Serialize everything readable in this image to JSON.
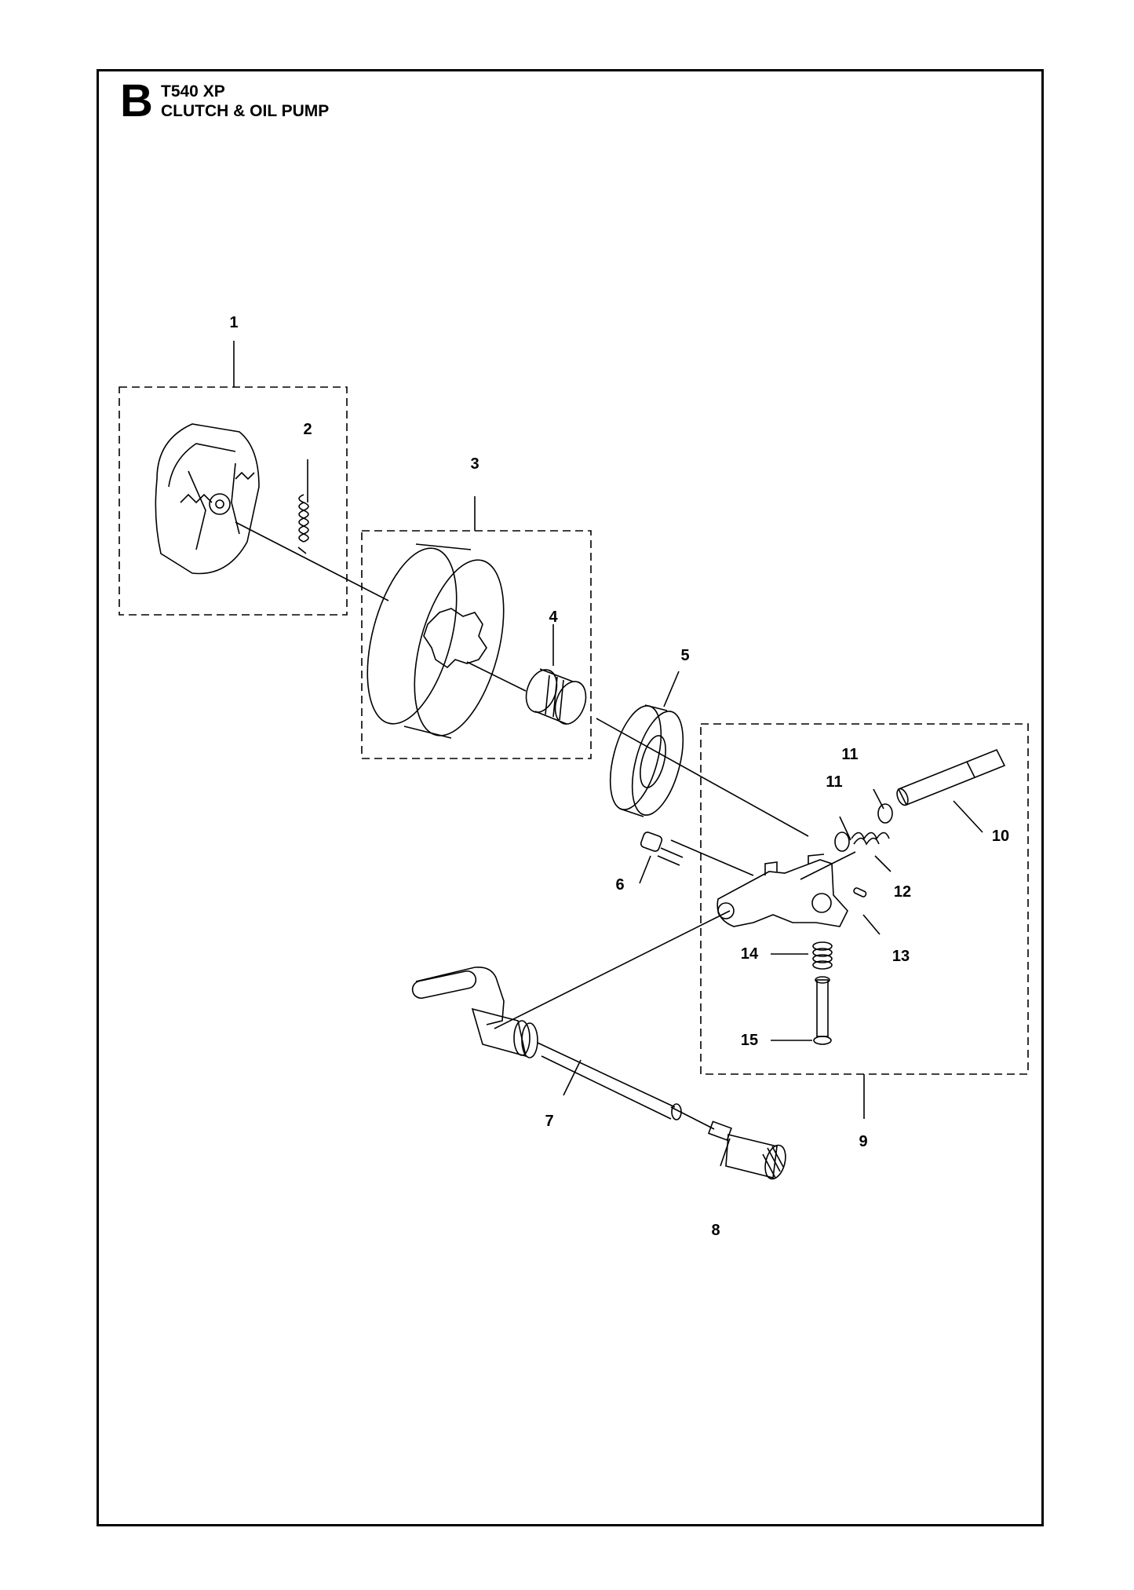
{
  "header": {
    "section_letter": "B",
    "model": "T540 XP",
    "title": "CLUTCH & OIL PUMP"
  },
  "callouts": [
    "1",
    "2",
    "3",
    "4",
    "5",
    "6",
    "7",
    "8",
    "9",
    "10",
    "11",
    "11",
    "12",
    "13",
    "14",
    "15"
  ]
}
